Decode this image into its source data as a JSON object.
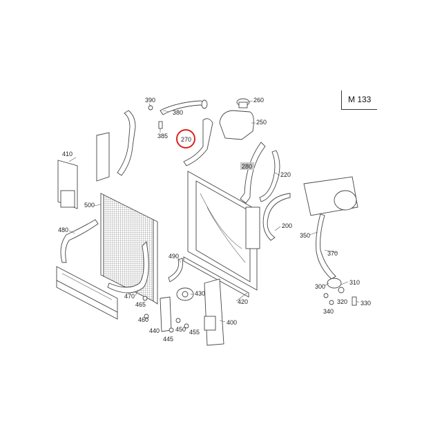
{
  "model": "M 133",
  "highlighted_part": "270",
  "colors": {
    "highlight": "#d9231d",
    "label_box": "#c9c9c9",
    "line": "#444444"
  },
  "labels": {
    "p390": "390",
    "p380": "380",
    "p385": "385",
    "p260": "260",
    "p250": "250",
    "p270": "270",
    "p280": "280",
    "p220": "220",
    "p410": "410",
    "p500": "500",
    "p480": "480",
    "p470": "470",
    "p465": "465",
    "p460": "460",
    "p440": "440",
    "p445": "445",
    "p450": "450",
    "p455": "455",
    "p490": "490",
    "p430": "430",
    "p400": "400",
    "p420": "420",
    "p200": "200",
    "p350": "350",
    "p370": "370",
    "p300": "300",
    "p310": "310",
    "p320": "320",
    "p330": "330",
    "p340": "340"
  }
}
